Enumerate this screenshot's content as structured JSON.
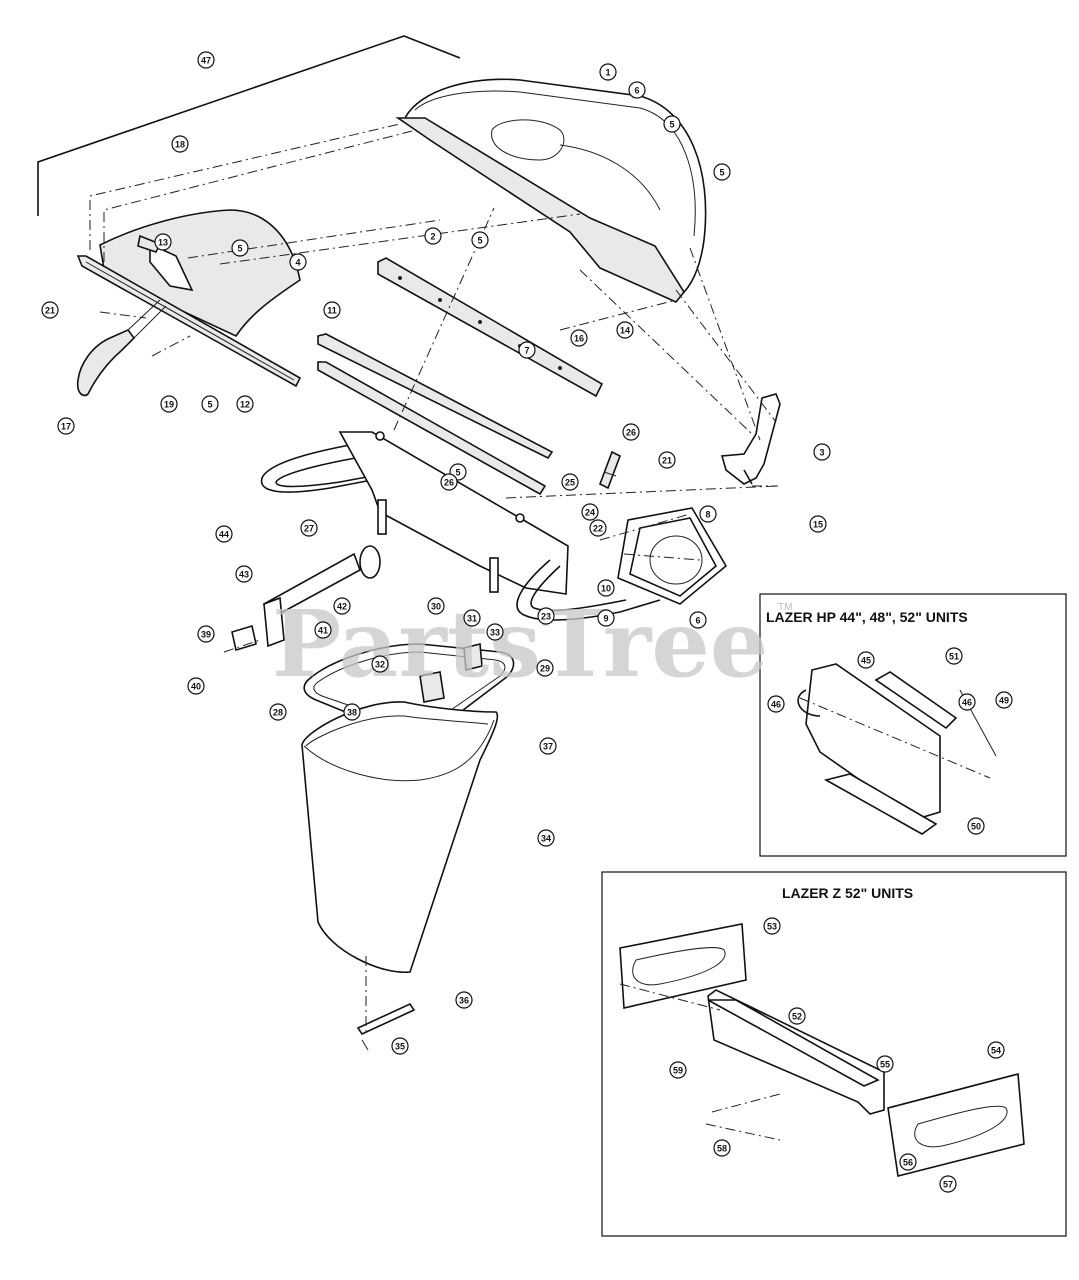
{
  "watermark": {
    "text": "PartsTree",
    "trademark": "TM"
  },
  "insets": [
    {
      "title": "LAZER HP 44\", 48\", 52\" UNITS"
    },
    {
      "title": "LAZER Z 52\" UNITS"
    }
  ],
  "callouts": [
    "1",
    "2",
    "3",
    "4",
    "5",
    "5",
    "5",
    "5",
    "5",
    "5",
    "6",
    "6",
    "7",
    "8",
    "9",
    "10",
    "11",
    "12",
    "13",
    "14",
    "15",
    "16",
    "17",
    "18",
    "19",
    "21",
    "21",
    "22",
    "23",
    "24",
    "25",
    "26",
    "26",
    "27",
    "28",
    "29",
    "30",
    "31",
    "32",
    "33",
    "34",
    "35",
    "36",
    "37",
    "38",
    "39",
    "40",
    "41",
    "42",
    "43",
    "44",
    "45",
    "46",
    "46",
    "47",
    "49",
    "50",
    "51",
    "52",
    "53",
    "54",
    "55",
    "56",
    "57",
    "58",
    "59"
  ]
}
